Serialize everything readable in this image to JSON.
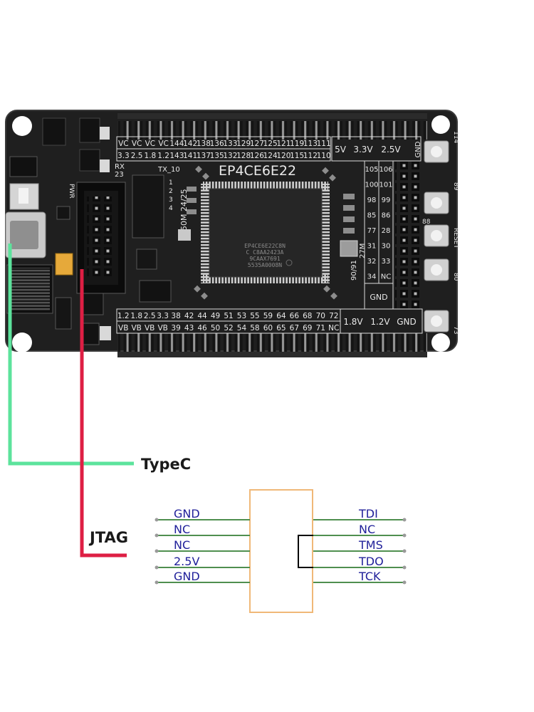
{
  "board": {
    "chip_label": "EP4CE6E22",
    "chip_marking": [
      "EP4CE6E22C8N",
      "C C8AA2423A",
      "9CAAX7691",
      "5535A0008N"
    ],
    "header_top": {
      "upper": [
        "VC",
        "VC",
        "VC",
        "VC",
        "144",
        "142",
        "138",
        "136",
        "133",
        "129",
        "127",
        "125",
        "121",
        "119",
        "113",
        "111"
      ],
      "lower": [
        "3.3",
        "2.5",
        "1.8",
        "1.2",
        "143",
        "141",
        "137",
        "135",
        "132",
        "128",
        "126",
        "124",
        "120",
        "115",
        "112",
        "110"
      ],
      "rails": [
        "5V",
        "3.3V",
        "2.5V",
        "GND"
      ]
    },
    "header_bottom": {
      "upper": [
        "1.2",
        "1.8",
        "2.5",
        "3.3",
        "38",
        "42",
        "44",
        "49",
        "51",
        "53",
        "55",
        "59",
        "64",
        "66",
        "68",
        "70",
        "72"
      ],
      "lower": [
        "VB",
        "VB",
        "VB",
        "VB",
        "39",
        "43",
        "46",
        "50",
        "52",
        "54",
        "58",
        "60",
        "65",
        "67",
        "69",
        "71",
        "NC"
      ],
      "rails": [
        "1.8V",
        "1.2V",
        "GND"
      ]
    },
    "header_right": {
      "left": [
        "105",
        "100",
        "98",
        "85",
        "77",
        "31",
        "32",
        "34"
      ],
      "right": [
        "106",
        "101",
        "99",
        "86",
        "28",
        "30",
        "33",
        "NC"
      ],
      "gnd": "GND"
    },
    "silk": {
      "rx": "RX",
      "rx_num": "23",
      "tx": "TX_10",
      "pwr": "PWR",
      "k3": "50M 24/25",
      "k4": "27M",
      "k5": "90/91",
      "reset": "RESET",
      "b1": "114",
      "b2": "89",
      "b3": "88",
      "b4": "80",
      "b5": "73",
      "led1": "1",
      "led2": "2",
      "led3": "3",
      "led4": "4"
    }
  },
  "callouts": {
    "typec": "TypeC",
    "jtag": "JTAG"
  },
  "jtag_pinout": {
    "left": [
      "GND",
      "NC",
      "NC",
      "2.5V",
      "GND"
    ],
    "right": [
      "TDI",
      "NC",
      "TMS",
      "TDO",
      "TCK"
    ]
  },
  "colors": {
    "board": "#1e1e1e",
    "typec_wire": "#5ce39c",
    "jtag_wire": "#de1f44",
    "ic_outline": "#f0b878",
    "pin_wire": "#4f8f4f",
    "pin_text": "#20209a"
  }
}
